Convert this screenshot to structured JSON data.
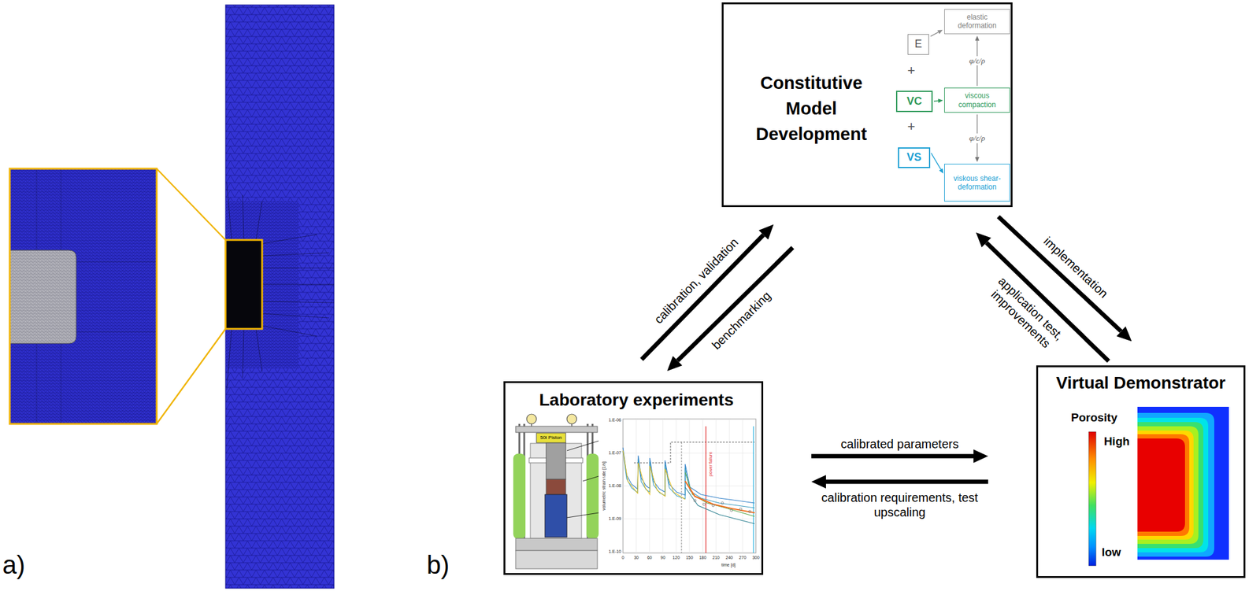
{
  "diagram": {
    "nodes": [
      {
        "text": [
          "Constitutive Model Development"
        ]
      },
      {
        "text": [
          "E"
        ],
        "in": 0
      },
      {
        "text": [
          "elastic deformation"
        ],
        "in": 0
      },
      {
        "text": [
          "VC"
        ],
        "in": 0
      },
      {
        "text": [
          "viscous compaction"
        ],
        "in": 0
      },
      {
        "text": [
          "VS"
        ],
        "in": 0
      },
      {
        "text": [
          "viskous shear-deformation"
        ],
        "in": 0
      },
      {
        "text": [
          "Laboratory experiments"
        ]
      },
      {
        "text": [
          "Virtual Demonstrator"
        ]
      }
    ],
    "edges": [
      {
        "from": 7,
        "to": 0,
        "label": "calibration, validation",
        "arrow": "to"
      },
      {
        "from": 0,
        "to": 7,
        "label": "benchmarking",
        "arrow": "to"
      },
      {
        "from": 0,
        "to": 8,
        "label": "implementation",
        "arrow": "to"
      },
      {
        "from": 8,
        "to": 0,
        "label": "application test, improvements",
        "arrow": "to"
      },
      {
        "from": 7,
        "to": 8,
        "label": "calibrated parameters",
        "arrow": "to"
      },
      {
        "from": 8,
        "to": 7,
        "label": "calibration requirements, test upscaling",
        "arrow": "to"
      },
      {
        "from": 1,
        "to": 2,
        "arrow": "to"
      },
      {
        "from": 3,
        "to": 4,
        "arrow": "to"
      },
      {
        "from": 5,
        "to": 6,
        "arrow": "to"
      },
      {
        "from": 4,
        "to": 2,
        "label": "φ/ε/ρ",
        "arrow": "to"
      },
      {
        "from": 4,
        "to": 6,
        "label": "φ/ε/ρ",
        "arrow": "to"
      }
    ],
    "labels": [
      "a)",
      "b)",
      "+",
      "+",
      "50t Piston",
      "1.E-06",
      "1.E-07",
      "1.E-08",
      "1.E-09",
      "1.E-10",
      "0",
      "30",
      "60",
      "90",
      "120",
      "150",
      "180",
      "210",
      "240",
      "270",
      "300",
      "time [d]",
      "volumetric strain rate [1/s]",
      "power failure",
      "Porosity",
      "High",
      "low"
    ]
  }
}
